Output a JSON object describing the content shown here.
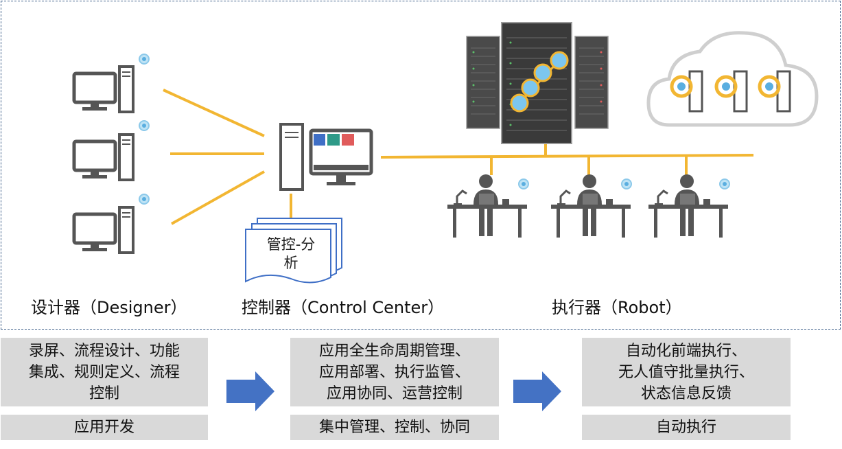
{
  "roles": {
    "designer": "设计器（Designer）",
    "controller": "控制器（Control Center）",
    "robot": "执行器（Robot）"
  },
  "document_label": [
    "管控-分",
    "析"
  ],
  "columns": [
    {
      "description_lines": [
        "录屏、流程设计、功能",
        "集成、规则定义、流程",
        "控制"
      ],
      "summary": "应用开发"
    },
    {
      "description_lines": [
        "应用全生命周期管理、",
        "应用部署、执行监管、",
        "应用协同、运营控制"
      ],
      "summary": "集中管理、控制、协同"
    },
    {
      "description_lines": [
        "自动化前端执行、",
        "无人值守批量执行、",
        "状态信息反馈"
      ],
      "summary": "自动执行"
    }
  ],
  "colors": {
    "connector": "#f2b632",
    "arrow": "#4472c4",
    "box": "#d9d9d9",
    "frame_border": "#3d5f8a",
    "server": "#4a4a4a",
    "monitor": "#555555"
  },
  "icons": [
    "designer-computer-icon",
    "controller-computer-icon",
    "server-rack-icon",
    "cloud-robot-icon",
    "worker-desk-icon",
    "document-stack-icon",
    "right-arrow-icon"
  ]
}
